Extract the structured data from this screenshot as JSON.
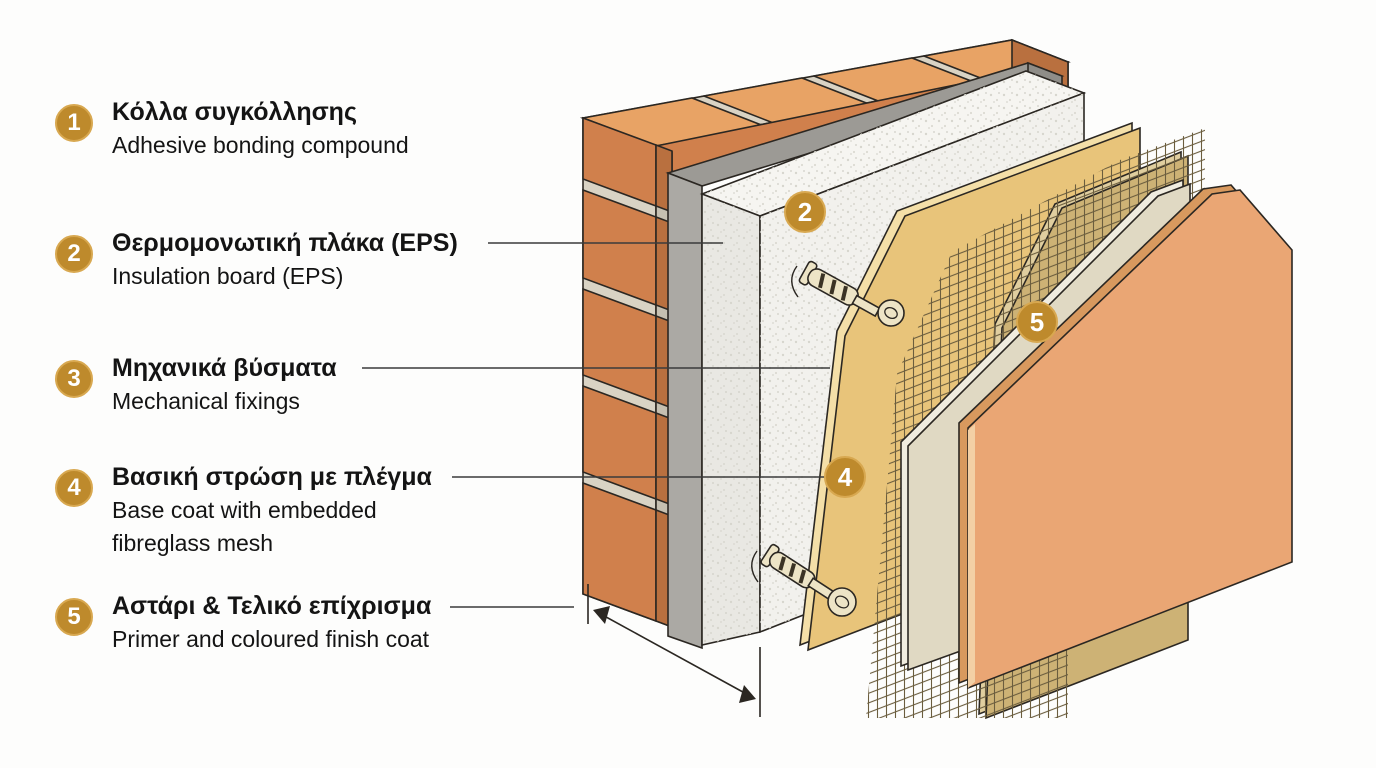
{
  "title": "ETICS external wall insulation exploded diagram",
  "colors": {
    "accent_badge": "#BE8A2C",
    "badge_rim": "#D8A850",
    "brick_face": "#D0804C",
    "brick_top": "#E8A365",
    "brick_side": "#B9703F",
    "mortar": "#D9D3C4",
    "adhesive_gray": "#ABA9A4",
    "eps_white": "#F2F1ED",
    "base_coat_yellow": "#E8C47A",
    "mesh_brown": "#6B5D3E",
    "second_coat_tan": "#CDB275",
    "primer_beige": "#E0D9C3",
    "finish_orange": "#EAA674",
    "outline": "#2B2722",
    "leader": "#3B3B3B"
  },
  "legend": {
    "items": [
      {
        "num": "1",
        "greek": "Κόλλα συγκόλλησης",
        "english": "Adhesive bonding compound"
      },
      {
        "num": "2",
        "greek": "Θερμομονωτική πλάκα (EPS)",
        "english": "Insulation board (EPS)"
      },
      {
        "num": "3",
        "greek": "Μηχανικά βύσματα",
        "english": "Mechanical fixings"
      },
      {
        "num": "4",
        "greek": "Βασική στρώση με πλέγμα",
        "english": "Base coat with embedded\nfibreglass mesh"
      },
      {
        "num": "5",
        "greek": "Αστάρι & Τελικό επίχρισμα",
        "english": "Primer and coloured finish coat"
      }
    ]
  },
  "diagram": {
    "layers": [
      "brick-wall",
      "adhesive-bonding-compound",
      "eps-insulation-board",
      "mechanical-fixings",
      "base-coat-with-fibreglass-mesh",
      "primer-and-finish-coat"
    ],
    "badge_numbers": {
      "eps": "2",
      "base_coat": "4",
      "primer": "5"
    }
  }
}
